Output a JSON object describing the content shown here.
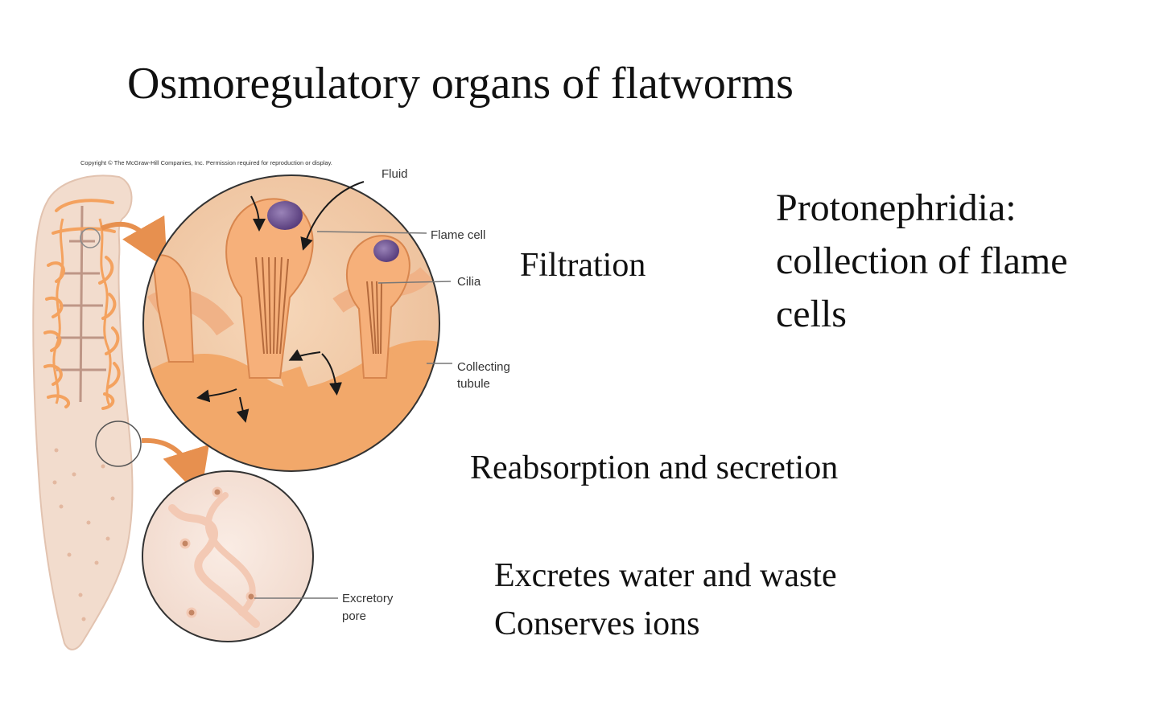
{
  "slide": {
    "title": "Osmoregulatory organs of flatworms",
    "filtration": "Filtration",
    "reabsorption": "Reabsorption and secretion",
    "excretes": "Excretes water and waste",
    "conserves": "Conserves ions",
    "protonephridia_lines": [
      "Protonephridia:",
      "collection of flame",
      "cells"
    ]
  },
  "figure": {
    "copyright": "Copyright © The McGraw-Hill Companies, Inc. Permission required for reproduction or display.",
    "labels": {
      "fluid": "Fluid",
      "flame_cell": "Flame cell",
      "cilia": "Cilia",
      "collecting_line1": "Collecting",
      "collecting_line2": "tubule",
      "pore_line1": "Excretory",
      "pore_line2": "pore"
    },
    "colors": {
      "body": "#f2dccd",
      "tubule_orange": "#f4a25f",
      "tubule_dark": "#a1705f",
      "cell_orange": "#f6b07a",
      "nucleus": "#6b4d8f",
      "pore_disc": "#f7e5dc",
      "leader": "#777777"
    }
  }
}
